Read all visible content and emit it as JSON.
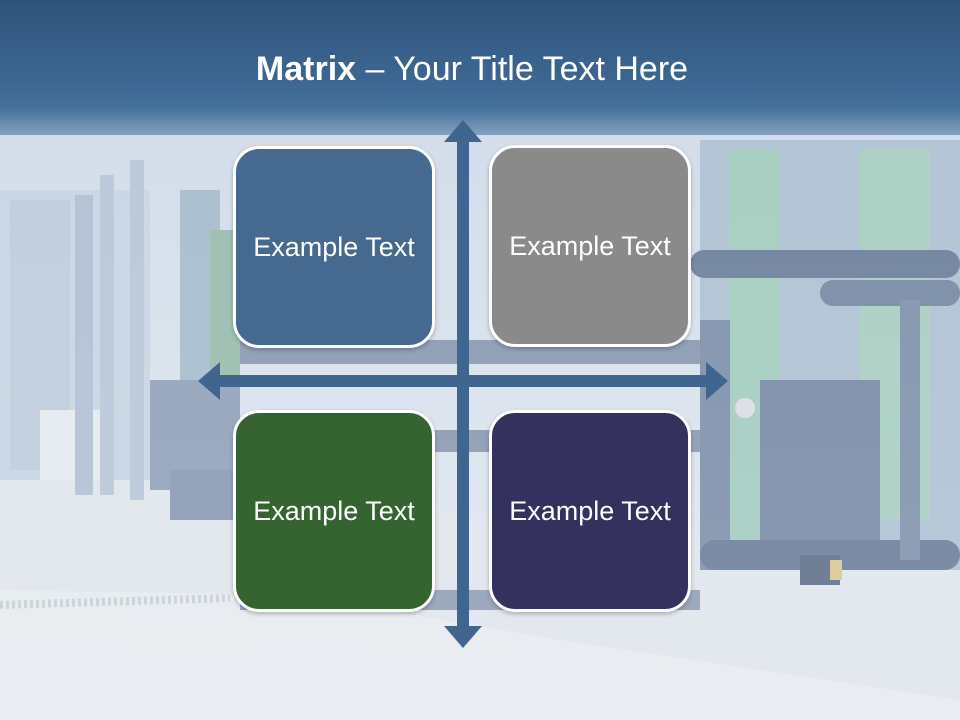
{
  "slide": {
    "title_bold": "Matrix",
    "title_rest": " – Your Title Text Here"
  },
  "matrix": {
    "cells": [
      {
        "label": "Example Text",
        "color": "#45698f"
      },
      {
        "label": "Example Text",
        "color": "#8a8a8a"
      },
      {
        "label": "Example Text",
        "color": "#366431"
      },
      {
        "label": "Example Text",
        "color": "#35315f"
      }
    ]
  },
  "colors": {
    "header": "#3b6590",
    "axis": "#40658e",
    "cell_border": "#ffffff"
  }
}
